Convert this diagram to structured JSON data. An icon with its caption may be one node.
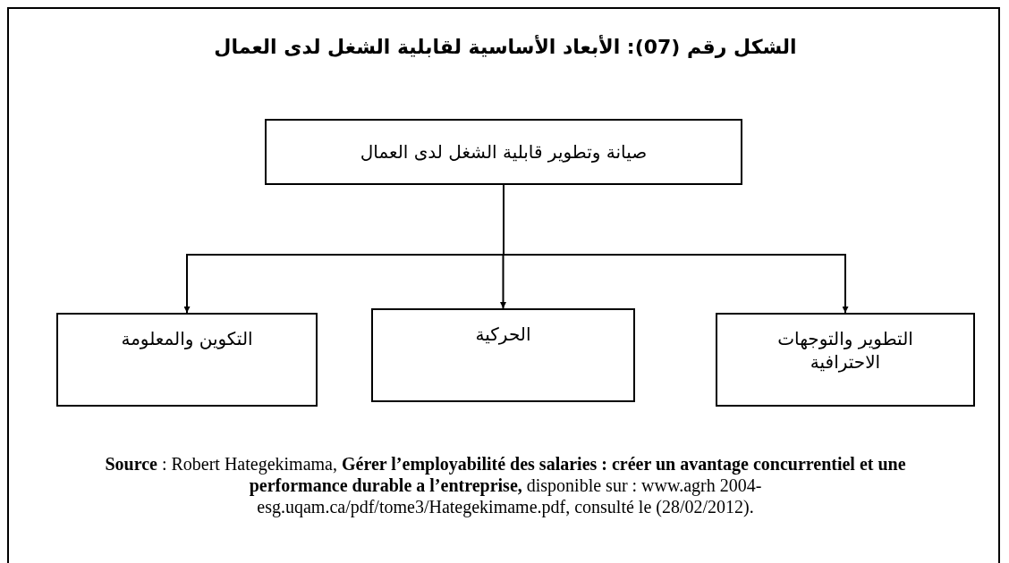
{
  "diagram": {
    "title": "الشكل رقم (07): الأبعاد الأساسية لقابلية الشغل لدى العمال",
    "nodes": [
      {
        "text": [
          "صيانة وتطوير قابلية الشغل لدى العمال"
        ]
      },
      {
        "text": [
          "التطوير والتوجهات الاحترافية"
        ]
      },
      {
        "text": [
          "الحركية"
        ]
      },
      {
        "text": [
          "التكوين والمعلومة"
        ]
      }
    ],
    "edges": [
      {
        "from": 0,
        "to": 1,
        "arrow": "to"
      },
      {
        "from": 0,
        "to": 2,
        "arrow": "to"
      },
      {
        "from": 0,
        "to": 3,
        "arrow": "to"
      }
    ],
    "caption": "**Source** : Robert Hategekimama, **Gérer l’employabilité des salaries : créer un avantage concurrentiel et une performance durable a l’entreprise,** disponible sur : www.agrh 2004-esg.uqam.ca/pdf/tome3/Hategekimame.pdf, consulté le (28/02/2012)."
  }
}
